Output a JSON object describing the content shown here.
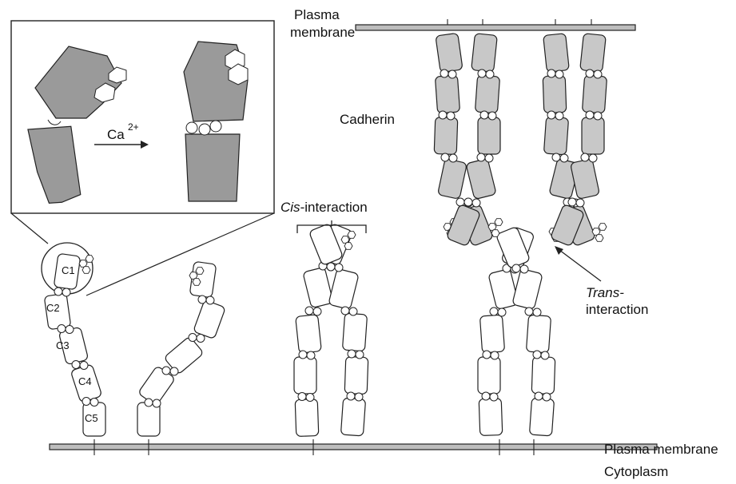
{
  "labels": {
    "plasma_membrane_top": "Plasma\nmembrane",
    "plasma_membrane_bottom": "Plasma membrane",
    "cytoplasm": "Cytoplasm",
    "cadherin": "Cadherin",
    "cis_prefix": "Cis",
    "cis_suffix": "-interaction",
    "trans_prefix": "Trans-",
    "trans_suffix": "interaction",
    "inset_ion": "Ca",
    "inset_ion_charge": "2+",
    "domains": [
      "C1",
      "C2",
      "C3",
      "C4",
      "C5"
    ]
  },
  "colors": {
    "shaded_domain": "#c8c8c8",
    "inset_domain": "#9a9a9a",
    "membrane": "#bdbdbd",
    "outline": "#222222"
  }
}
